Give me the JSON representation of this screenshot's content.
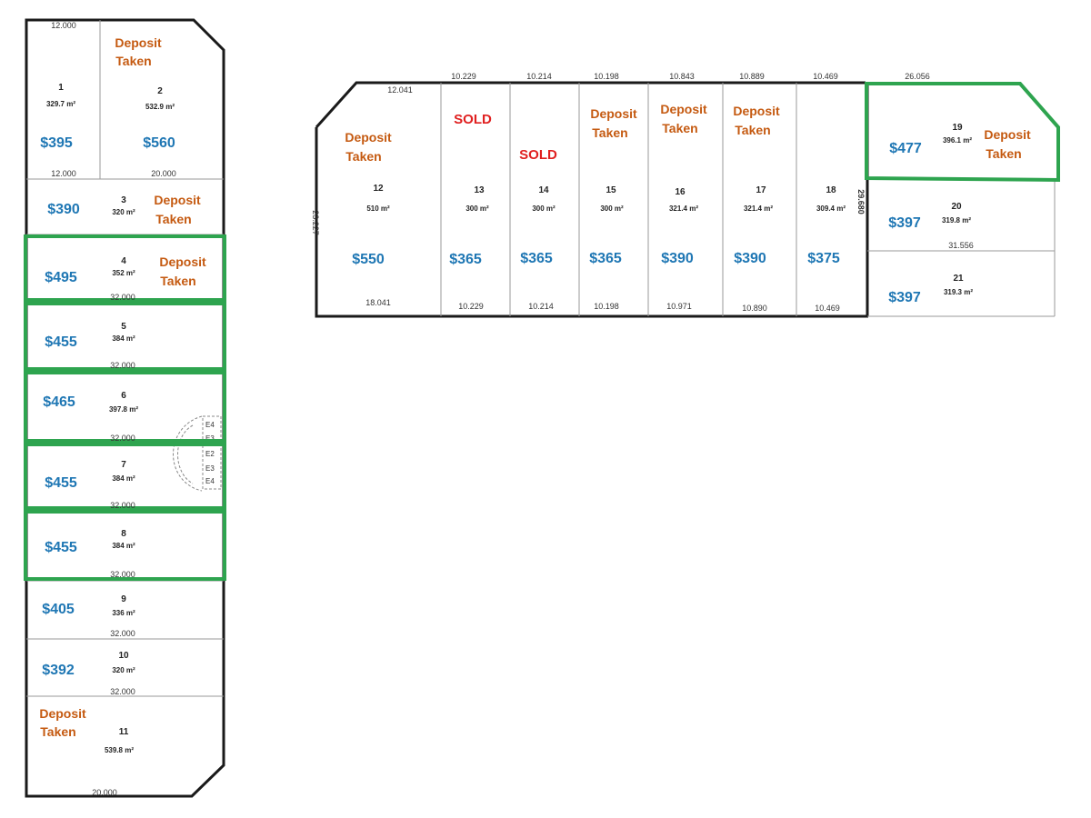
{
  "lots": {
    "l1": {
      "number": "1",
      "area": "329.7 m²",
      "price": "$395"
    },
    "l2": {
      "number": "2",
      "area": "532.9 m²",
      "price": "$560",
      "status": [
        "Deposit",
        "Taken"
      ]
    },
    "l3": {
      "number": "3",
      "area": "320 m²",
      "price": "$390",
      "status": [
        "Deposit",
        "Taken"
      ]
    },
    "l4": {
      "number": "4",
      "area": "352 m²",
      "price": "$495",
      "status": [
        "Deposit",
        "Taken"
      ]
    },
    "l5": {
      "number": "5",
      "area": "384 m²",
      "price": "$455"
    },
    "l6": {
      "number": "6",
      "area": "397.8 m²",
      "price": "$465"
    },
    "l7": {
      "number": "7",
      "area": "384 m²",
      "price": "$455"
    },
    "l8": {
      "number": "8",
      "area": "384 m²",
      "price": "$455"
    },
    "l9": {
      "number": "9",
      "area": "336 m²",
      "price": "$405"
    },
    "l10": {
      "number": "10",
      "area": "320 m²",
      "price": "$392"
    },
    "l11": {
      "number": "11",
      "area": "539.8 m²",
      "status": [
        "Deposit",
        "Taken"
      ]
    },
    "l12": {
      "number": "12",
      "area": "510 m²",
      "price": "$550",
      "status": [
        "Deposit",
        "Taken"
      ]
    },
    "l13": {
      "number": "13",
      "area": "300 m²",
      "price": "$365",
      "status": "SOLD"
    },
    "l14": {
      "number": "14",
      "area": "300 m²",
      "price": "$365",
      "status": "SOLD"
    },
    "l15": {
      "number": "15",
      "area": "300 m²",
      "price": "$365",
      "status": [
        "Deposit",
        "Taken"
      ]
    },
    "l16": {
      "number": "16",
      "area": "321.4 m²",
      "price": "$390",
      "status": [
        "Deposit",
        "Taken"
      ]
    },
    "l17": {
      "number": "17",
      "area": "321.4 m²",
      "price": "$390",
      "status": [
        "Deposit",
        "Taken"
      ]
    },
    "l18": {
      "number": "18",
      "area": "309.4 m²",
      "price": "$375"
    },
    "l19": {
      "number": "19",
      "area": "396.1 m²",
      "price": "$477",
      "status": [
        "Deposit",
        "Taken"
      ]
    },
    "l20": {
      "number": "20",
      "area": "319.8 m²",
      "price": "$397"
    },
    "l21": {
      "number": "21",
      "area": "319.3 m²",
      "price": "$397"
    }
  },
  "dimensions": {
    "left_top": "12.000",
    "left_top2": "12.000",
    "left_bottom": "20.000",
    "left_row": "32.000",
    "right_top": [
      "10.229",
      "10.214",
      "10.198",
      "10.843",
      "10.889",
      "10.469",
      "26.056"
    ],
    "right_top_12": "12.041",
    "right_bottom": [
      "18.041",
      "10.229",
      "10.214",
      "10.198",
      "10.971",
      "10.890",
      "10.469"
    ],
    "right_left_side": "23.227",
    "right_mid_side": "29.680",
    "right_row": "31.556"
  },
  "easements": [
    "E4",
    "E3",
    "E2",
    "E3",
    "E4"
  ]
}
